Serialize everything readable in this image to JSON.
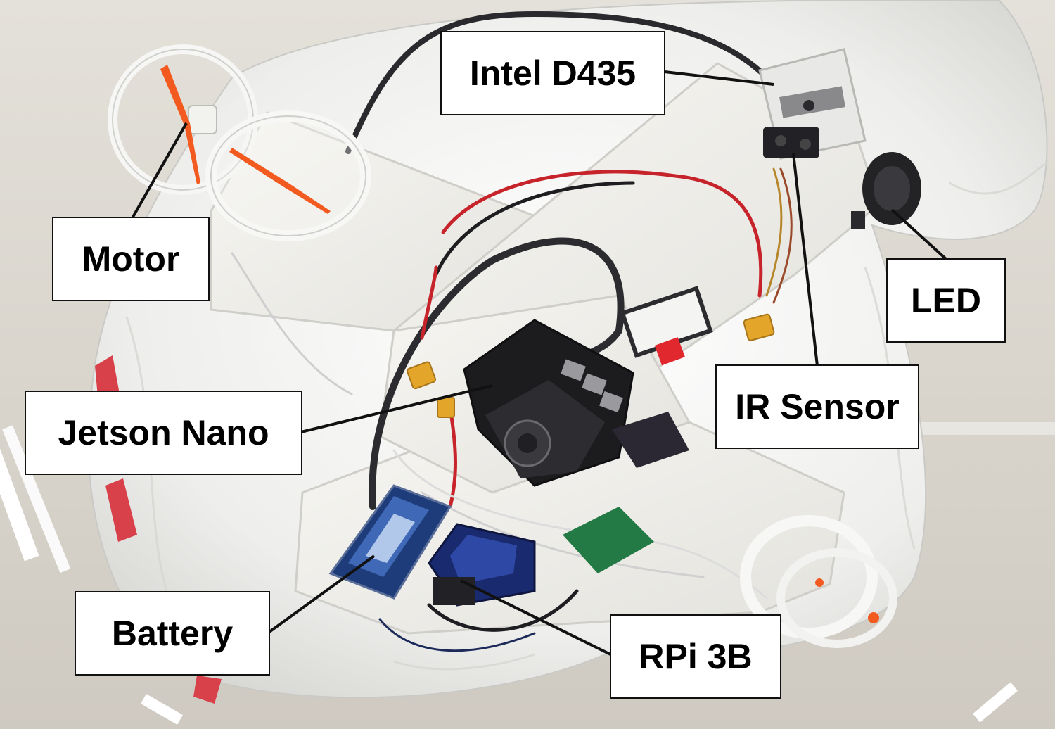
{
  "photo": {
    "colors": {
      "ceiling": "#d9d5cd",
      "envelope": "#f1f1ef",
      "foam": "#f4f3ef",
      "board_dark": "#1c1c1e",
      "propeller": "#f35a1f",
      "red_tape": "#d8404a",
      "leader_line": "#111111"
    }
  },
  "labels": {
    "intel_d435": "Intel D435",
    "motor": "Motor",
    "led": "LED",
    "jetson_nano": "Jetson Nano",
    "ir_sensor": "IR Sensor",
    "battery": "Battery",
    "rpi_3b": "RPi 3B"
  }
}
